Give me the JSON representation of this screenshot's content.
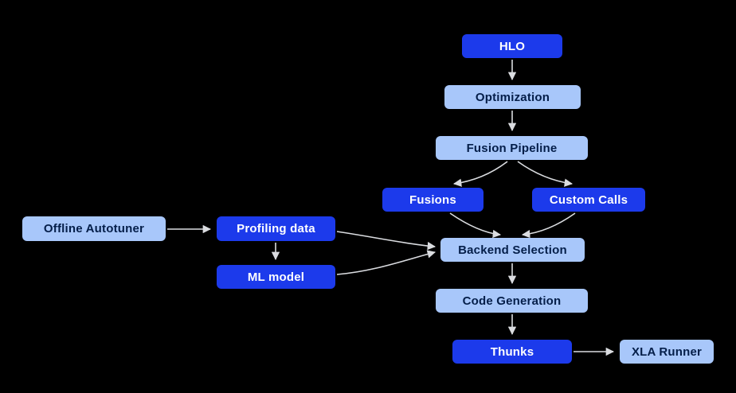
{
  "diagram": {
    "title": "XLA compilation pipeline flowchart",
    "background": "#000000",
    "colors": {
      "primary_fill": "#1c3aeb",
      "primary_text": "#ffffff",
      "secondary_fill": "#a8c7fa",
      "secondary_text": "#041e49",
      "arrow": "#dadce0"
    },
    "nodes": {
      "hlo": {
        "label": "HLO",
        "style": "primary"
      },
      "optimization": {
        "label": "Optimization",
        "style": "secondary"
      },
      "fusion_pipeline": {
        "label": "Fusion Pipeline",
        "style": "secondary"
      },
      "fusions": {
        "label": "Fusions",
        "style": "primary"
      },
      "custom_calls": {
        "label": "Custom Calls",
        "style": "primary"
      },
      "backend_selection": {
        "label": "Backend Selection",
        "style": "secondary"
      },
      "code_generation": {
        "label": "Code Generation",
        "style": "secondary"
      },
      "thunks": {
        "label": "Thunks",
        "style": "primary"
      },
      "xla_runner": {
        "label": "XLA Runner",
        "style": "secondary"
      },
      "offline_autotuner": {
        "label": "Offline Autotuner",
        "style": "secondary"
      },
      "profiling_data": {
        "label": "Profiling data",
        "style": "primary"
      },
      "ml_model": {
        "label": "ML model",
        "style": "primary"
      }
    },
    "edges": [
      {
        "from": "HLO",
        "to": "Optimization"
      },
      {
        "from": "Optimization",
        "to": "Fusion Pipeline"
      },
      {
        "from": "Fusion Pipeline",
        "to": "Fusions"
      },
      {
        "from": "Fusion Pipeline",
        "to": "Custom Calls"
      },
      {
        "from": "Fusions",
        "to": "Backend Selection"
      },
      {
        "from": "Custom Calls",
        "to": "Backend Selection"
      },
      {
        "from": "Offline Autotuner",
        "to": "Profiling data"
      },
      {
        "from": "Profiling data",
        "to": "ML model"
      },
      {
        "from": "Profiling data",
        "to": "Backend Selection"
      },
      {
        "from": "ML model",
        "to": "Backend Selection"
      },
      {
        "from": "Backend Selection",
        "to": "Code Generation"
      },
      {
        "from": "Code Generation",
        "to": "Thunks"
      },
      {
        "from": "Thunks",
        "to": "XLA Runner"
      }
    ]
  }
}
